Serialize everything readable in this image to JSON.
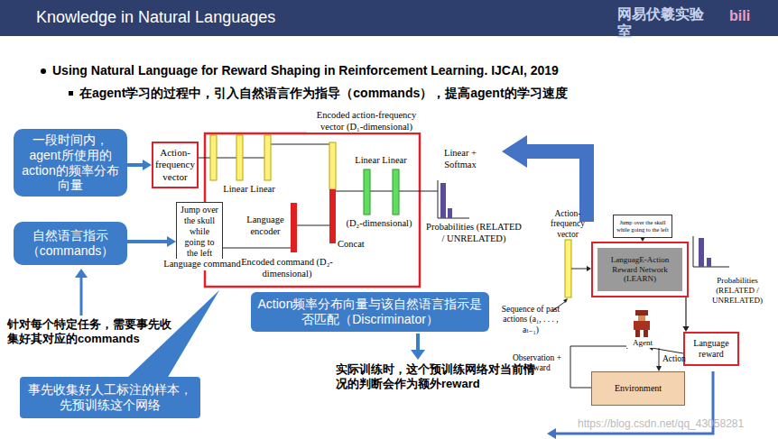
{
  "diagram": {
    "title": "Knowledge in Natural Languages",
    "nodes": [
      {
        "text": [
          "一段时间内，agent所使用的action的频率分布向量"
        ]
      },
      {
        "text": [
          "Action-frequency vector"
        ]
      },
      {
        "text": [
          "自然语言指示（commands）"
        ]
      },
      {
        "text": [
          "Jump over the skull while going to the left"
        ]
      },
      {
        "text": [
          "事先收集好人工标注的样本，先预训练这个网络"
        ]
      },
      {
        "text": [
          "Action频率分布向量与该自然语言指示是否匹配（Discriminator）"
        ]
      },
      {
        "text": [
          "Jump over the skull while going to the left"
        ]
      },
      {
        "text": [
          "LanguagE-Action Reward Network (LEARN)"
        ]
      },
      {
        "text": [
          "Language reward"
        ]
      },
      {
        "text": [
          "Environment"
        ]
      }
    ],
    "edges": [
      {
        "from": 0,
        "to": 1,
        "arrow": "to"
      },
      {
        "from": 2,
        "to": 3,
        "arrow": "to"
      },
      {
        "from": 6,
        "to": 7,
        "arrow": "to"
      },
      {
        "from": 7,
        "to": 8,
        "arrow": "to"
      }
    ],
    "labels": [
      "Using Natural Language for Reward Shaping in Reinforcement Learning. IJCAI, 2019",
      "在agent学习的过程中，引入自然语言作为指导（commands），提高agent的学习速度",
      "Encoded action-frequency vector (D₁-dimensional)",
      "Linear Linear",
      "Language encoder",
      "Linear Linear",
      "Linear + Softmax",
      "(D₂-dimensional)",
      "Concat",
      "Probabilities (RELATED / UNRELATED)",
      "Language command",
      "Encoded command (D₂-dimensional)",
      "针对每个特定任务，需要事先收集好其对应的commands",
      "实际训练时，这个预训练网络对当前情况的判断会作为额外reward",
      "Action-frequency vector",
      "Sequence of past actions (a₁, . . . , aₜ₋₁)",
      "Probabilities (RELATED / UNRELATED)",
      "Agent",
      "Observation + Reward",
      "Action",
      "https://blog.csdn.net/qq_43058281",
      "网易伏羲实验室",
      "bili"
    ]
  }
}
